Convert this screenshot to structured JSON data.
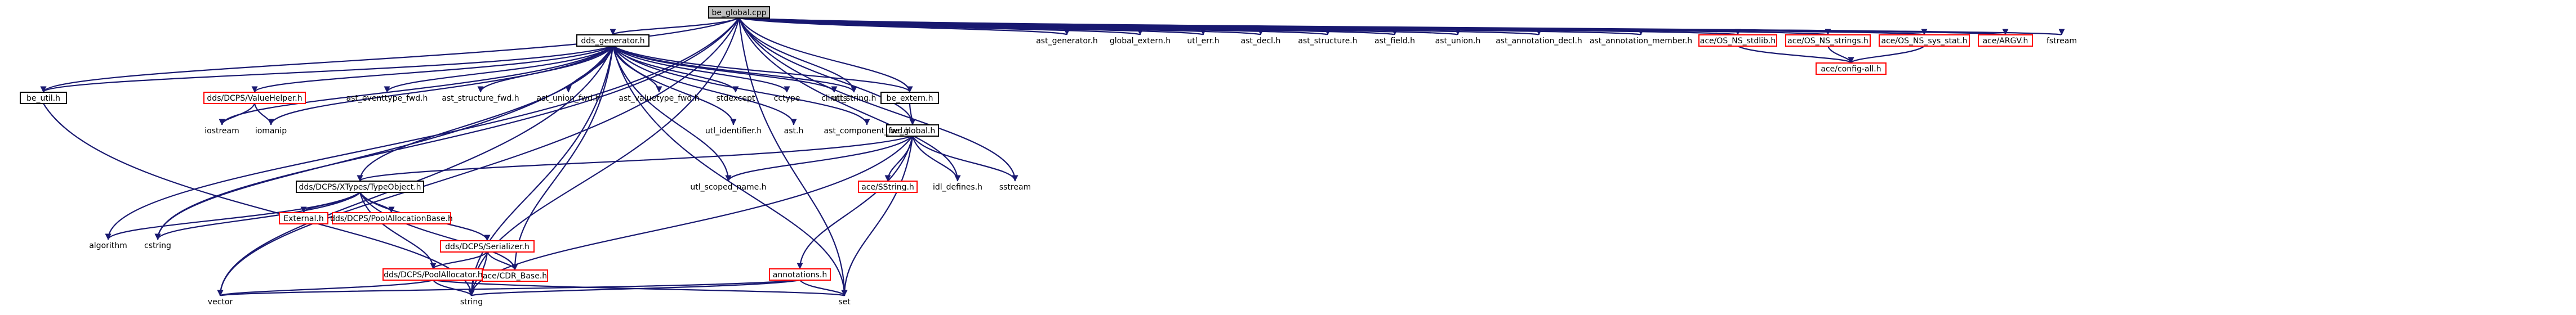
{
  "graph_title": "be_global.cpp",
  "colors": {
    "edge": "#191970",
    "edge_red": "#8b1a1a",
    "root_fill": "#bfbfbf",
    "node_border": "#000000",
    "node_border_red": "#ff0000",
    "node_fill": "#ffffff"
  },
  "nodes": [
    {
      "id": "n_be_global_cpp",
      "label": "be_global.cpp",
      "style": "root"
    },
    {
      "id": "n_dds_generator_h",
      "label": "dds_generator.h",
      "style": "boxed"
    },
    {
      "id": "n_be_util_h",
      "label": "be_util.h",
      "style": "boxed"
    },
    {
      "id": "n_be_extern_h",
      "label": "be_extern.h",
      "style": "boxed"
    },
    {
      "id": "n_be_global_h",
      "label": "be_global.h",
      "style": "boxed"
    },
    {
      "id": "n_valuehelper_h",
      "label": "dds/DCPS/ValueHelper.h",
      "style": "red"
    },
    {
      "id": "n_xtypes_typeobject_h",
      "label": "dds/DCPS/XTypes/TypeObject.h",
      "style": "boxed"
    },
    {
      "id": "n_ast_eventtype_fwd_h",
      "label": "ast_eventtype_fwd.h",
      "style": "plain"
    },
    {
      "id": "n_ast_structure_fwd_h",
      "label": "ast_structure_fwd.h",
      "style": "plain"
    },
    {
      "id": "n_ast_union_fwd_h",
      "label": "ast_union_fwd.h",
      "style": "plain"
    },
    {
      "id": "n_ast_valuetype_fwd_h",
      "label": "ast_valuetype_fwd.h",
      "style": "plain"
    },
    {
      "id": "n_stdexcept",
      "label": "stdexcept",
      "style": "plain"
    },
    {
      "id": "n_cctype",
      "label": "cctype",
      "style": "plain"
    },
    {
      "id": "n_climits",
      "label": "climits",
      "style": "plain"
    },
    {
      "id": "n_utl_identifier_h",
      "label": "utl_identifier.h",
      "style": "plain"
    },
    {
      "id": "n_ast_h",
      "label": "ast.h",
      "style": "plain"
    },
    {
      "id": "n_ast_component_fwd_h",
      "label": "ast_component_fwd.h",
      "style": "plain"
    },
    {
      "id": "n_utl_string_h",
      "label": "utl_string.h",
      "style": "plain"
    },
    {
      "id": "n_ast_generator_h",
      "label": "ast_generator.h",
      "style": "plain"
    },
    {
      "id": "n_global_extern_h",
      "label": "global_extern.h",
      "style": "plain"
    },
    {
      "id": "n_utl_err_h",
      "label": "utl_err.h",
      "style": "plain"
    },
    {
      "id": "n_ast_decl_h",
      "label": "ast_decl.h",
      "style": "plain"
    },
    {
      "id": "n_ast_structure_h",
      "label": "ast_structure.h",
      "style": "plain"
    },
    {
      "id": "n_ast_field_h",
      "label": "ast_field.h",
      "style": "plain"
    },
    {
      "id": "n_ast_union_h",
      "label": "ast_union.h",
      "style": "plain"
    },
    {
      "id": "n_ast_annotation_decl_h",
      "label": "ast_annotation_decl.h",
      "style": "plain"
    },
    {
      "id": "n_ast_annotation_member_h",
      "label": "ast_annotation_member.h",
      "style": "plain"
    },
    {
      "id": "n_ace_os_ns_stdlib_h",
      "label": "ace/OS_NS_stdlib.h",
      "style": "red"
    },
    {
      "id": "n_ace_os_ns_strings_h",
      "label": "ace/OS_NS_strings.h",
      "style": "red"
    },
    {
      "id": "n_ace_os_ns_sys_stat_h",
      "label": "ace/OS_NS_sys_stat.h",
      "style": "red"
    },
    {
      "id": "n_ace_argv_h",
      "label": "ace/ARGV.h",
      "style": "red"
    },
    {
      "id": "n_fstream",
      "label": "fstream",
      "style": "plain"
    },
    {
      "id": "n_ace_config_all_h",
      "label": "ace/config-all.h",
      "style": "red"
    },
    {
      "id": "n_iostream",
      "label": "iostream",
      "style": "plain"
    },
    {
      "id": "n_iomanip",
      "label": "iomanip",
      "style": "plain"
    },
    {
      "id": "n_utl_scoped_name_h",
      "label": "utl_scoped_name.h",
      "style": "plain"
    },
    {
      "id": "n_ace_sstring_h",
      "label": "ace/SString.h",
      "style": "red"
    },
    {
      "id": "n_idl_defines_h",
      "label": "idl_defines.h",
      "style": "plain"
    },
    {
      "id": "n_sstream",
      "label": "sstream",
      "style": "plain"
    },
    {
      "id": "n_algorithm",
      "label": "algorithm",
      "style": "plain"
    },
    {
      "id": "n_cstring",
      "label": "cstring",
      "style": "plain"
    },
    {
      "id": "n_external_h",
      "label": "External.h",
      "style": "red"
    },
    {
      "id": "n_pool_allocation_base_h",
      "label": "dds/DCPS/PoolAllocationBase.h",
      "style": "red"
    },
    {
      "id": "n_serializer_h",
      "label": "dds/DCPS/Serializer.h",
      "style": "red"
    },
    {
      "id": "n_pool_allocator_h",
      "label": "dds/DCPS/PoolAllocator.h",
      "style": "red"
    },
    {
      "id": "n_ace_cdr_base_h",
      "label": "ace/CDR_Base.h",
      "style": "red"
    },
    {
      "id": "n_annotations_h",
      "label": "annotations.h",
      "style": "red"
    },
    {
      "id": "n_vector",
      "label": "vector",
      "style": "plain"
    },
    {
      "id": "n_string",
      "label": "string",
      "style": "plain"
    },
    {
      "id": "n_set",
      "label": "set",
      "style": "plain"
    }
  ],
  "edges": [
    [
      "n_be_global_cpp",
      "n_dds_generator_h"
    ],
    [
      "n_be_global_cpp",
      "n_be_util_h"
    ],
    [
      "n_be_global_cpp",
      "n_be_extern_h"
    ],
    [
      "n_be_global_cpp",
      "n_be_global_h"
    ],
    [
      "n_be_global_cpp",
      "n_utl_string_h"
    ],
    [
      "n_be_global_cpp",
      "n_ast_generator_h"
    ],
    [
      "n_be_global_cpp",
      "n_global_extern_h"
    ],
    [
      "n_be_global_cpp",
      "n_utl_err_h"
    ],
    [
      "n_be_global_cpp",
      "n_ast_decl_h"
    ],
    [
      "n_be_global_cpp",
      "n_ast_structure_h"
    ],
    [
      "n_be_global_cpp",
      "n_ast_field_h"
    ],
    [
      "n_be_global_cpp",
      "n_ast_union_h"
    ],
    [
      "n_be_global_cpp",
      "n_ast_annotation_decl_h"
    ],
    [
      "n_be_global_cpp",
      "n_ast_annotation_member_h"
    ],
    [
      "n_be_global_cpp",
      "n_ace_os_ns_stdlib_h"
    ],
    [
      "n_be_global_cpp",
      "n_ace_os_ns_strings_h"
    ],
    [
      "n_be_global_cpp",
      "n_ace_os_ns_sys_stat_h"
    ],
    [
      "n_be_global_cpp",
      "n_ace_argv_h"
    ],
    [
      "n_be_global_cpp",
      "n_fstream"
    ],
    [
      "n_be_global_cpp",
      "n_sstream"
    ],
    [
      "n_be_global_cpp",
      "n_idl_defines_h"
    ],
    [
      "n_be_global_cpp",
      "n_set"
    ],
    [
      "n_be_global_cpp",
      "n_algorithm"
    ],
    [
      "n_be_global_cpp",
      "n_cstring"
    ],
    [
      "n_be_global_cpp",
      "n_vector"
    ],
    [
      "n_be_global_cpp",
      "n_string"
    ],
    [
      "n_dds_generator_h",
      "n_be_util_h"
    ],
    [
      "n_dds_generator_h",
      "n_be_extern_h"
    ],
    [
      "n_dds_generator_h",
      "n_valuehelper_h"
    ],
    [
      "n_dds_generator_h",
      "n_xtypes_typeobject_h"
    ],
    [
      "n_dds_generator_h",
      "n_ast_eventtype_fwd_h"
    ],
    [
      "n_dds_generator_h",
      "n_ast_structure_fwd_h"
    ],
    [
      "n_dds_generator_h",
      "n_ast_union_fwd_h"
    ],
    [
      "n_dds_generator_h",
      "n_ast_valuetype_fwd_h"
    ],
    [
      "n_dds_generator_h",
      "n_stdexcept"
    ],
    [
      "n_dds_generator_h",
      "n_cctype"
    ],
    [
      "n_dds_generator_h",
      "n_climits"
    ],
    [
      "n_dds_generator_h",
      "n_utl_identifier_h"
    ],
    [
      "n_dds_generator_h",
      "n_ast_h"
    ],
    [
      "n_dds_generator_h",
      "n_ast_component_fwd_h"
    ],
    [
      "n_dds_generator_h",
      "n_utl_string_h"
    ],
    [
      "n_dds_generator_h",
      "n_utl_scoped_name_h"
    ],
    [
      "n_dds_generator_h",
      "n_iostream"
    ],
    [
      "n_dds_generator_h",
      "n_iomanip"
    ],
    [
      "n_dds_generator_h",
      "n_cstring"
    ],
    [
      "n_dds_generator_h",
      "n_ace_cdr_base_h"
    ],
    [
      "n_dds_generator_h",
      "n_string"
    ],
    [
      "n_dds_generator_h",
      "n_vector"
    ],
    [
      "n_dds_generator_h",
      "n_set"
    ],
    [
      "n_be_util_h",
      "n_string"
    ],
    [
      "n_be_extern_h",
      "n_be_global_h"
    ],
    [
      "n_be_global_h",
      "n_xtypes_typeobject_h"
    ],
    [
      "n_be_global_h",
      "n_utl_scoped_name_h"
    ],
    [
      "n_be_global_h",
      "n_ace_sstring_h"
    ],
    [
      "n_be_global_h",
      "n_idl_defines_h"
    ],
    [
      "n_be_global_h",
      "n_sstream"
    ],
    [
      "n_be_global_h",
      "n_annotations_h"
    ],
    [
      "n_be_global_h",
      "n_set"
    ],
    [
      "n_be_global_h",
      "n_string"
    ],
    [
      "n_valuehelper_h",
      "n_iostream"
    ],
    [
      "n_valuehelper_h",
      "n_iomanip"
    ],
    [
      "n_ace_os_ns_stdlib_h",
      "n_ace_config_all_h"
    ],
    [
      "n_ace_os_ns_strings_h",
      "n_ace_config_all_h"
    ],
    [
      "n_ace_os_ns_sys_stat_h",
      "n_ace_config_all_h"
    ],
    [
      "n_xtypes_typeobject_h",
      "n_algorithm"
    ],
    [
      "n_xtypes_typeobject_h",
      "n_cstring"
    ],
    [
      "n_xtypes_typeobject_h",
      "n_external_h"
    ],
    [
      "n_xtypes_typeobject_h",
      "n_pool_allocation_base_h"
    ],
    [
      "n_xtypes_typeobject_h",
      "n_serializer_h"
    ],
    [
      "n_xtypes_typeobject_h",
      "n_pool_allocator_h"
    ],
    [
      "n_xtypes_typeobject_h",
      "n_ace_cdr_base_h"
    ],
    [
      "n_serializer_h",
      "n_pool_allocator_h"
    ],
    [
      "n_serializer_h",
      "n_ace_cdr_base_h"
    ],
    [
      "n_serializer_h",
      "n_string"
    ],
    [
      "n_pool_allocator_h",
      "n_vector"
    ],
    [
      "n_pool_allocator_h",
      "n_string"
    ],
    [
      "n_pool_allocator_h",
      "n_set"
    ],
    [
      "n_annotations_h",
      "n_vector"
    ],
    [
      "n_annotations_h",
      "n_string"
    ],
    [
      "n_annotations_h",
      "n_set"
    ]
  ]
}
